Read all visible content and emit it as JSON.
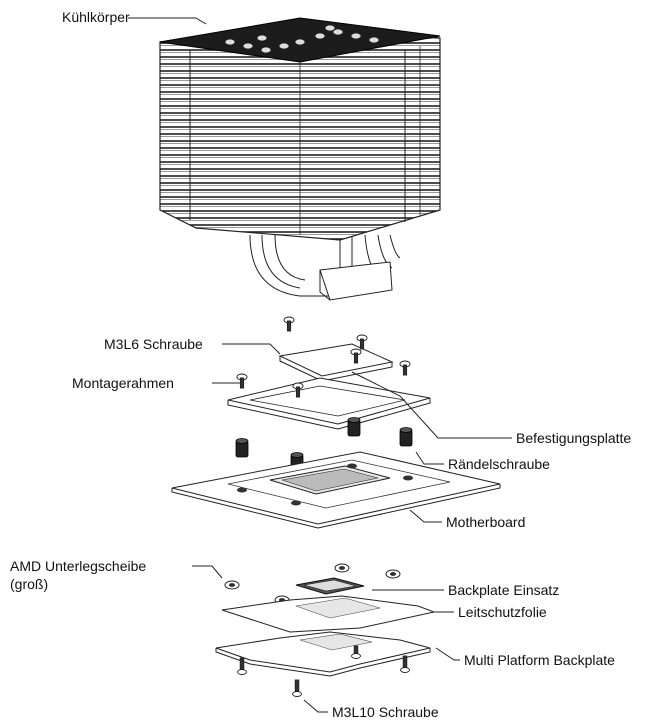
{
  "labels": {
    "heatsink": "Kühlkörper",
    "screw_m3l6": "M3L6 Schraube",
    "mount_frame": "Montagerahmen",
    "fix_plate": "Befestigungsplatte",
    "thumb_screw": "Rändelschraube",
    "motherboard": "Motherboard",
    "amd_washer_line1": "AMD Unterlegscheibe",
    "amd_washer_line2": "(groß)",
    "backplate_insert": "Backplate Einsatz",
    "insulation_film": "Leitschutzfolie",
    "backplate": "Multi Platform Backplate",
    "screw_m3l10": "M3L10 Schraube"
  }
}
